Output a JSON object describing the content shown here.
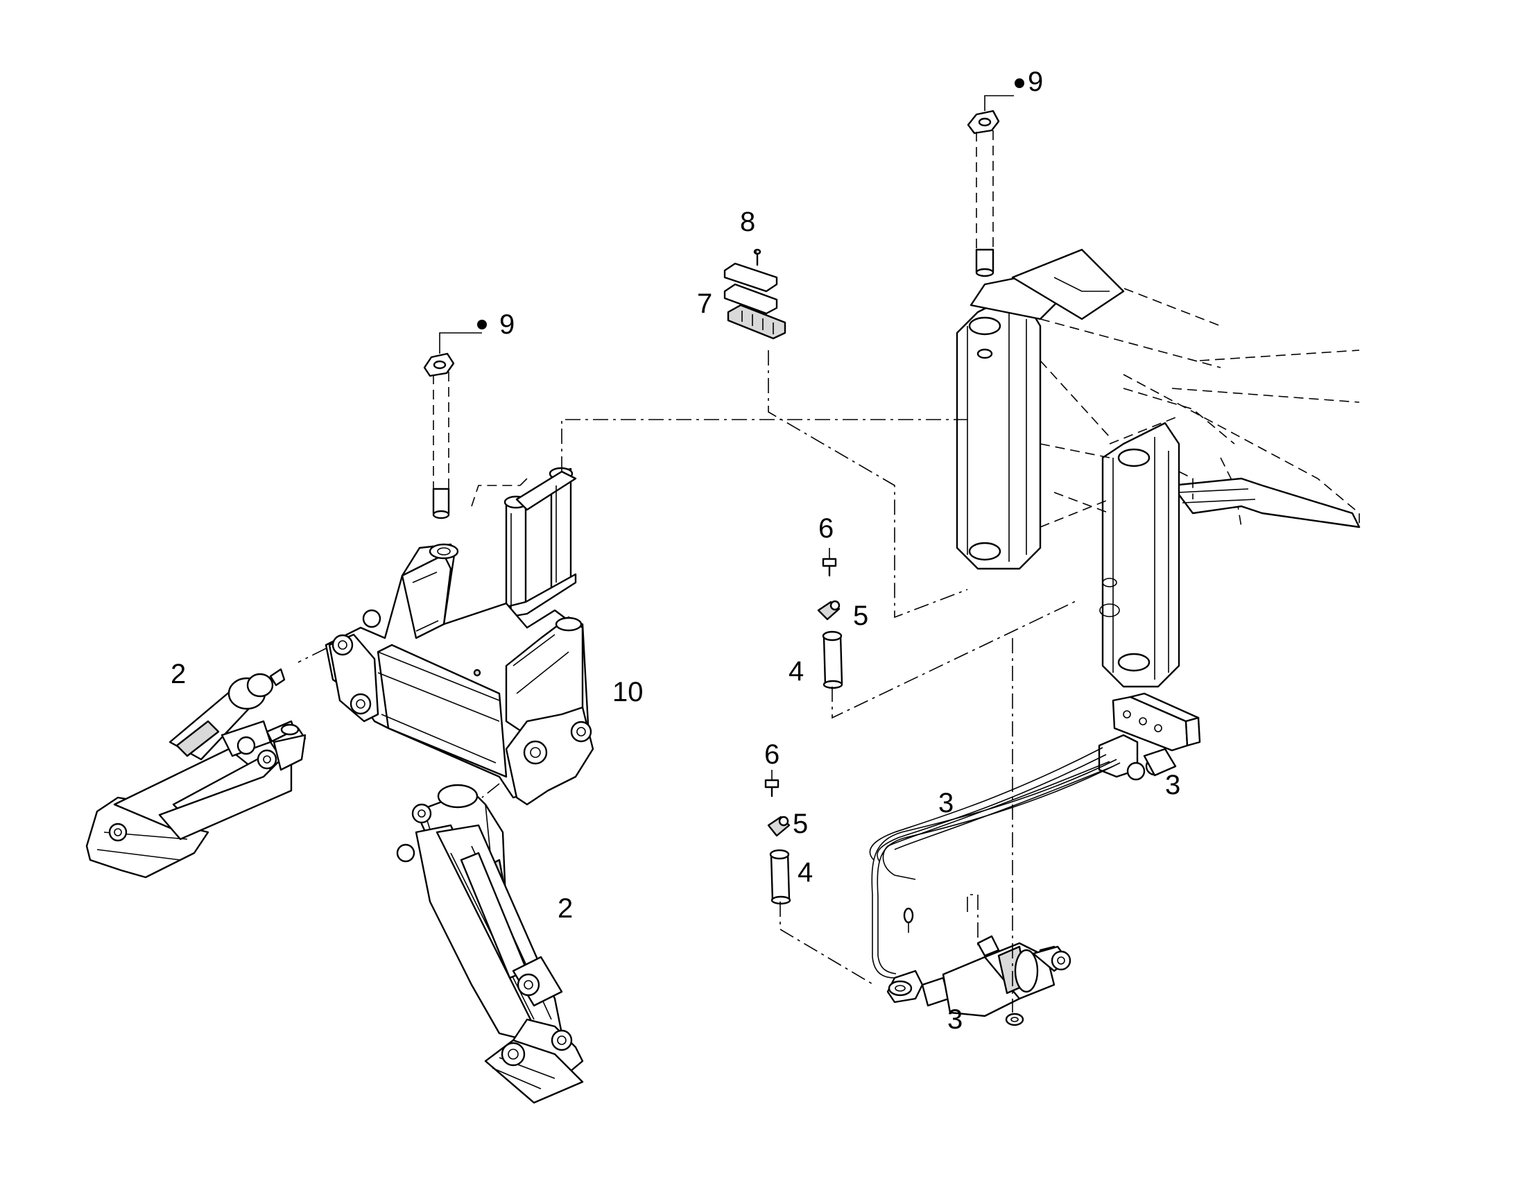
{
  "callouts": [
    {
      "id": "c9a",
      "text": "9"
    },
    {
      "id": "c9b",
      "text": "9"
    },
    {
      "id": "c8",
      "text": "8"
    },
    {
      "id": "c7",
      "text": "7"
    },
    {
      "id": "c6a",
      "text": "6"
    },
    {
      "id": "c5a",
      "text": "5"
    },
    {
      "id": "c4a",
      "text": "4"
    },
    {
      "id": "c6b",
      "text": "6"
    },
    {
      "id": "c5b",
      "text": "5"
    },
    {
      "id": "c4b",
      "text": "4"
    },
    {
      "id": "c10",
      "text": "10"
    },
    {
      "id": "c2a",
      "text": "2"
    },
    {
      "id": "c2b",
      "text": "2"
    },
    {
      "id": "c3a",
      "text": "3"
    },
    {
      "id": "c3b",
      "text": "3"
    },
    {
      "id": "c3c",
      "text": "3"
    }
  ]
}
